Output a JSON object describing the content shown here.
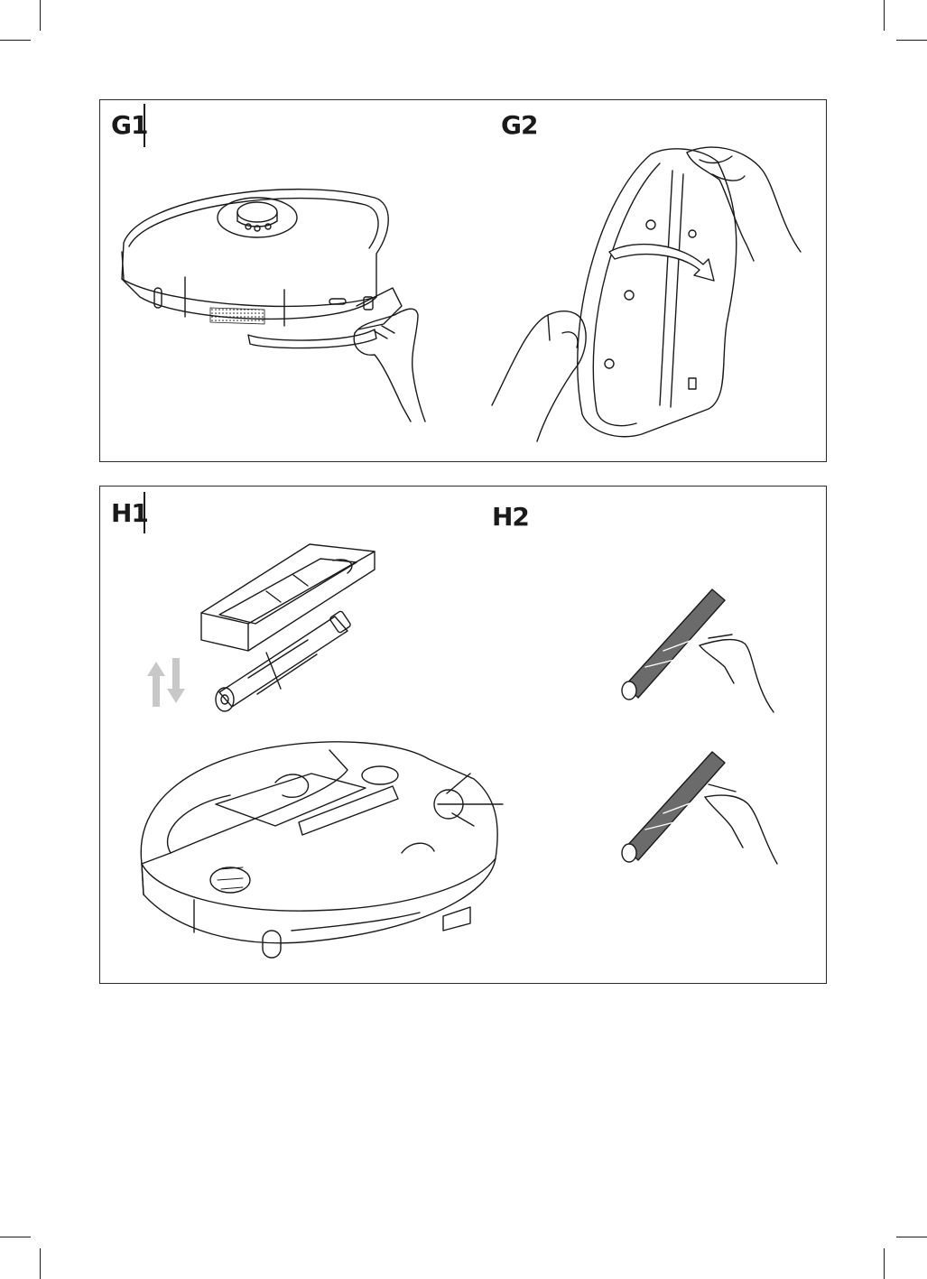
{
  "figures": {
    "g1": {
      "label": "G1"
    },
    "g2": {
      "label": "G2"
    },
    "h1": {
      "label": "H1"
    },
    "h2": {
      "label": "H2"
    }
  },
  "illustrations": {
    "g1": "robot-tilted-hand-removing-mop",
    "g2": "mop-plate-hands-peeling-pad",
    "h1": "brush-cover-roller-brush-robot-underside",
    "h2": "roller-brush-hair-cutting"
  },
  "colors": {
    "line": "#1a1a1a",
    "arrow_fill": "#ffffff",
    "up_down_arrows": "#c8c8c8",
    "bristle": "#6b6b6b"
  }
}
